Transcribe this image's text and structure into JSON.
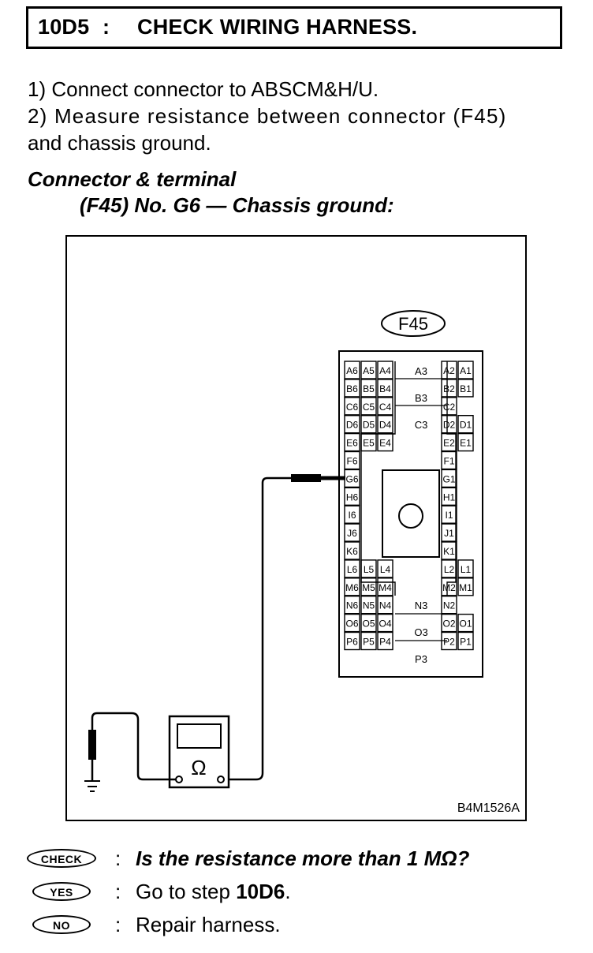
{
  "header": {
    "step_code": "10D5",
    "separator": ":",
    "title": "CHECK WIRING HARNESS."
  },
  "steps": [
    "1)  Connect connector to ABSCM&H/U.",
    "2)  Measure resistance between connector (F45)",
    "and chassis ground."
  ],
  "spec": {
    "heading": "Connector & terminal",
    "detail": "(F45) No. G6 — Chassis ground:"
  },
  "diagram": {
    "connector_id": "F45",
    "figure_code": "B4M1526A",
    "meter_symbol": "Ω",
    "terminals_left": [
      [
        "A6",
        "A5",
        "A4"
      ],
      [
        "B6",
        "B5",
        "B4"
      ],
      [
        "C6",
        "C5",
        "C4"
      ],
      [
        "D6",
        "D5",
        "D4"
      ],
      [
        "E6",
        "E5",
        "E4"
      ],
      [
        "F6"
      ],
      [
        "G6"
      ],
      [
        "H6"
      ],
      [
        "I6"
      ],
      [
        "J6"
      ],
      [
        "K6"
      ],
      [
        "L6",
        "L5",
        "L4"
      ],
      [
        "M6",
        "M5",
        "M4"
      ],
      [
        "N6",
        "N5",
        "N4"
      ],
      [
        "O6",
        "O5",
        "O4"
      ],
      [
        "P6",
        "P5",
        "P4"
      ]
    ],
    "terminals_right": [
      [
        "A2",
        "A1"
      ],
      [
        "B2",
        "B1"
      ],
      [
        "C2"
      ],
      [
        "D2",
        "D1"
      ],
      [
        "E2",
        "E1"
      ],
      [
        "F1"
      ],
      [
        "G1"
      ],
      [
        "H1"
      ],
      [
        "I1"
      ],
      [
        "J1"
      ],
      [
        "K1"
      ],
      [
        "L2",
        "L1"
      ],
      [
        "M2",
        "M1"
      ],
      [
        "N2"
      ],
      [
        "O2",
        "O1"
      ],
      [
        "P2",
        "P1"
      ]
    ],
    "center_top": [
      "A3",
      "B3",
      "C3"
    ],
    "center_bottom": [
      "N3",
      "O3",
      "P3"
    ]
  },
  "results": {
    "check": {
      "badge": "CHECK",
      "colon": ":",
      "text": "Is the resistance more than 1 MΩ?"
    },
    "yes": {
      "badge": "YES",
      "colon": ":",
      "text_prefix": "Go to step ",
      "text_step": "10D6",
      "text_suffix": "."
    },
    "no": {
      "badge": "NO",
      "colon": ":",
      "text": "Repair harness."
    }
  }
}
